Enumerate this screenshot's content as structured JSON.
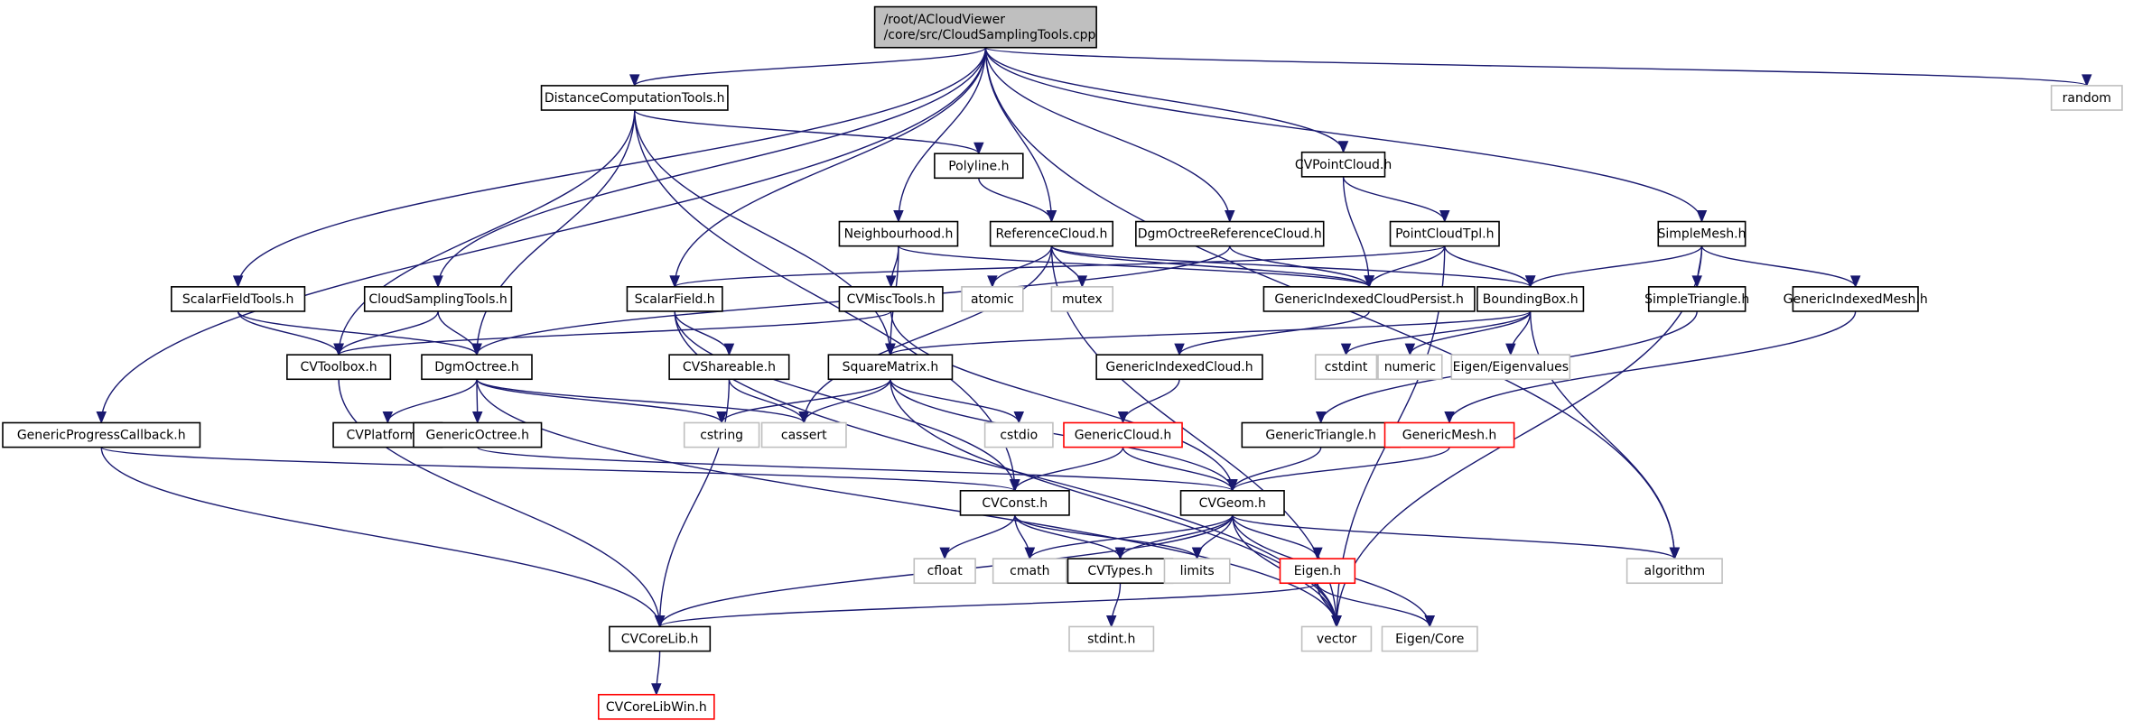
{
  "diagram": {
    "type": "include-dependency-graph",
    "root": "/root/ACloudViewer\n/core/src/CloudSamplingTools.cpp",
    "colors": {
      "edge": "#191970",
      "root_fill": "#bfbfbf",
      "normal_border": "#000000",
      "external_border": "#bfbfbf",
      "undocumented_border": "#ff0000"
    },
    "nodes": [
      {
        "id": "root",
        "label": "/root/ACloudViewer\n/core/src/CloudSamplingTools.cpp",
        "kind": "root"
      },
      {
        "id": "DistanceComputationTools",
        "label": "DistanceComputationTools.h",
        "kind": "normal"
      },
      {
        "id": "random",
        "label": "random",
        "kind": "external"
      },
      {
        "id": "Polyline",
        "label": "Polyline.h",
        "kind": "normal"
      },
      {
        "id": "CVPointCloud",
        "label": "CVPointCloud.h",
        "kind": "normal"
      },
      {
        "id": "Neighbourhood",
        "label": "Neighbourhood.h",
        "kind": "normal"
      },
      {
        "id": "ReferenceCloud",
        "label": "ReferenceCloud.h",
        "kind": "normal"
      },
      {
        "id": "DgmOctreeReferenceCloud",
        "label": "DgmOctreeReferenceCloud.h",
        "kind": "normal"
      },
      {
        "id": "PointCloudTpl",
        "label": "PointCloudTpl.h",
        "kind": "normal"
      },
      {
        "id": "SimpleMesh",
        "label": "SimpleMesh.h",
        "kind": "normal"
      },
      {
        "id": "ScalarFieldTools",
        "label": "ScalarFieldTools.h",
        "kind": "normal"
      },
      {
        "id": "CloudSamplingTools",
        "label": "CloudSamplingTools.h",
        "kind": "normal"
      },
      {
        "id": "ScalarField",
        "label": "ScalarField.h",
        "kind": "normal"
      },
      {
        "id": "CVMiscTools",
        "label": "CVMiscTools.h",
        "kind": "normal"
      },
      {
        "id": "atomic",
        "label": "atomic",
        "kind": "external"
      },
      {
        "id": "mutex",
        "label": "mutex",
        "kind": "external"
      },
      {
        "id": "GenericIndexedCloudPersist",
        "label": "GenericIndexedCloudPersist.h",
        "kind": "normal"
      },
      {
        "id": "BoundingBox",
        "label": "BoundingBox.h",
        "kind": "normal"
      },
      {
        "id": "SimpleTriangle",
        "label": "SimpleTriangle.h",
        "kind": "normal"
      },
      {
        "id": "GenericIndexedMesh",
        "label": "GenericIndexedMesh.h",
        "kind": "normal"
      },
      {
        "id": "CVToolbox",
        "label": "CVToolbox.h",
        "kind": "normal"
      },
      {
        "id": "DgmOctree",
        "label": "DgmOctree.h",
        "kind": "normal"
      },
      {
        "id": "CVShareable",
        "label": "CVShareable.h",
        "kind": "normal"
      },
      {
        "id": "SquareMatrix",
        "label": "SquareMatrix.h",
        "kind": "normal"
      },
      {
        "id": "GenericIndexedCloud",
        "label": "GenericIndexedCloud.h",
        "kind": "normal"
      },
      {
        "id": "cstdint",
        "label": "cstdint",
        "kind": "external"
      },
      {
        "id": "numeric",
        "label": "numeric",
        "kind": "external"
      },
      {
        "id": "EigenEigenvalues",
        "label": "Eigen/Eigenvalues",
        "kind": "external"
      },
      {
        "id": "GenericProgressCallback",
        "label": "GenericProgressCallback.h",
        "kind": "normal"
      },
      {
        "id": "CVPlatform",
        "label": "CVPlatform.h",
        "kind": "normal"
      },
      {
        "id": "GenericOctree",
        "label": "GenericOctree.h",
        "kind": "normal"
      },
      {
        "id": "cstring",
        "label": "cstring",
        "kind": "external"
      },
      {
        "id": "cassert",
        "label": "cassert",
        "kind": "external"
      },
      {
        "id": "cstdio",
        "label": "cstdio",
        "kind": "external"
      },
      {
        "id": "GenericCloud",
        "label": "GenericCloud.h",
        "kind": "missing"
      },
      {
        "id": "GenericTriangle",
        "label": "GenericTriangle.h",
        "kind": "normal"
      },
      {
        "id": "GenericMesh",
        "label": "GenericMesh.h",
        "kind": "missing"
      },
      {
        "id": "CVConst",
        "label": "CVConst.h",
        "kind": "normal"
      },
      {
        "id": "CVGeom",
        "label": "CVGeom.h",
        "kind": "normal"
      },
      {
        "id": "cfloat",
        "label": "cfloat",
        "kind": "external"
      },
      {
        "id": "cmath",
        "label": "cmath",
        "kind": "external"
      },
      {
        "id": "CVTypes",
        "label": "CVTypes.h",
        "kind": "normal"
      },
      {
        "id": "limits",
        "label": "limits",
        "kind": "external"
      },
      {
        "id": "Eigen",
        "label": "Eigen.h",
        "kind": "missing"
      },
      {
        "id": "algorithm",
        "label": "algorithm",
        "kind": "external"
      },
      {
        "id": "CVCoreLib",
        "label": "CVCoreLib.h",
        "kind": "normal"
      },
      {
        "id": "stdint",
        "label": "stdint.h",
        "kind": "external"
      },
      {
        "id": "vector",
        "label": "vector",
        "kind": "external"
      },
      {
        "id": "EigenCore",
        "label": "Eigen/Core",
        "kind": "external"
      },
      {
        "id": "CVCoreLibWin",
        "label": "CVCoreLibWin.h",
        "kind": "missing"
      }
    ],
    "edges": [
      [
        "root",
        "DistanceComputationTools"
      ],
      [
        "root",
        "random"
      ],
      [
        "root",
        "CVPointCloud"
      ],
      [
        "root",
        "Neighbourhood"
      ],
      [
        "root",
        "ReferenceCloud"
      ],
      [
        "root",
        "DgmOctreeReferenceCloud"
      ],
      [
        "root",
        "SimpleMesh"
      ],
      [
        "root",
        "ScalarFieldTools"
      ],
      [
        "root",
        "CloudSamplingTools"
      ],
      [
        "root",
        "ScalarField"
      ],
      [
        "root",
        "GenericProgressCallback"
      ],
      [
        "root",
        "algorithm"
      ],
      [
        "DistanceComputationTools",
        "Polyline"
      ],
      [
        "DistanceComputationTools",
        "CVToolbox"
      ],
      [
        "DistanceComputationTools",
        "DgmOctree"
      ],
      [
        "DistanceComputationTools",
        "CVConst"
      ],
      [
        "DistanceComputationTools",
        "SquareMatrix"
      ],
      [
        "Polyline",
        "ReferenceCloud"
      ],
      [
        "CVPointCloud",
        "PointCloudTpl"
      ],
      [
        "CVPointCloud",
        "GenericIndexedCloudPersist"
      ],
      [
        "Neighbourhood",
        "CVMiscTools"
      ],
      [
        "Neighbourhood",
        "SquareMatrix"
      ],
      [
        "Neighbourhood",
        "GenericIndexedCloudPersist"
      ],
      [
        "ReferenceCloud",
        "atomic"
      ],
      [
        "ReferenceCloud",
        "mutex"
      ],
      [
        "ReferenceCloud",
        "GenericIndexedCloudPersist"
      ],
      [
        "ReferenceCloud",
        "BoundingBox"
      ],
      [
        "ReferenceCloud",
        "cassert"
      ],
      [
        "ReferenceCloud",
        "vector"
      ],
      [
        "DgmOctreeReferenceCloud",
        "GenericIndexedCloudPersist"
      ],
      [
        "DgmOctreeReferenceCloud",
        "DgmOctree"
      ],
      [
        "PointCloudTpl",
        "ScalarField"
      ],
      [
        "PointCloudTpl",
        "GenericIndexedCloudPersist"
      ],
      [
        "PointCloudTpl",
        "BoundingBox"
      ],
      [
        "PointCloudTpl",
        "vector"
      ],
      [
        "SimpleMesh",
        "BoundingBox"
      ],
      [
        "SimpleMesh",
        "SimpleTriangle"
      ],
      [
        "SimpleMesh",
        "GenericIndexedMesh"
      ],
      [
        "SimpleMesh",
        "vector"
      ],
      [
        "ScalarFieldTools",
        "CVToolbox"
      ],
      [
        "ScalarFieldTools",
        "DgmOctree"
      ],
      [
        "CloudSamplingTools",
        "CVToolbox"
      ],
      [
        "CloudSamplingTools",
        "DgmOctree"
      ],
      [
        "ScalarField",
        "CVShareable"
      ],
      [
        "ScalarField",
        "CVConst"
      ],
      [
        "ScalarField",
        "vector"
      ],
      [
        "CVMiscTools",
        "CVToolbox"
      ],
      [
        "CVMiscTools",
        "CVGeom"
      ],
      [
        "GenericIndexedCloudPersist",
        "GenericIndexedCloud"
      ],
      [
        "BoundingBox",
        "SquareMatrix"
      ],
      [
        "BoundingBox",
        "cstdint"
      ],
      [
        "BoundingBox",
        "numeric"
      ],
      [
        "BoundingBox",
        "EigenEigenvalues"
      ],
      [
        "BoundingBox",
        "algorithm"
      ],
      [
        "SimpleTriangle",
        "GenericTriangle"
      ],
      [
        "GenericIndexedMesh",
        "GenericMesh"
      ],
      [
        "CVToolbox",
        "CVCoreLib"
      ],
      [
        "DgmOctree",
        "CVPlatform"
      ],
      [
        "DgmOctree",
        "GenericOctree"
      ],
      [
        "DgmOctree",
        "cstring"
      ],
      [
        "DgmOctree",
        "cassert"
      ],
      [
        "DgmOctree",
        "vector"
      ],
      [
        "CVShareable",
        "cassert"
      ],
      [
        "CVShareable",
        "CVCoreLib"
      ],
      [
        "SquareMatrix",
        "cstring"
      ],
      [
        "SquareMatrix",
        "cassert"
      ],
      [
        "SquareMatrix",
        "cstdio"
      ],
      [
        "SquareMatrix",
        "CVGeom"
      ],
      [
        "SquareMatrix",
        "vector"
      ],
      [
        "GenericIndexedCloud",
        "GenericCloud"
      ],
      [
        "GenericProgressCallback",
        "CVConst"
      ],
      [
        "GenericProgressCallback",
        "CVCoreLib"
      ],
      [
        "GenericOctree",
        "CVGeom"
      ],
      [
        "GenericCloud",
        "CVConst"
      ],
      [
        "GenericCloud",
        "CVGeom"
      ],
      [
        "GenericTriangle",
        "CVGeom"
      ],
      [
        "GenericMesh",
        "CVGeom"
      ],
      [
        "CVConst",
        "cfloat"
      ],
      [
        "CVConst",
        "cmath"
      ],
      [
        "CVConst",
        "CVTypes"
      ],
      [
        "CVConst",
        "limits"
      ],
      [
        "CVGeom",
        "cmath"
      ],
      [
        "CVGeom",
        "CVTypes"
      ],
      [
        "CVGeom",
        "limits"
      ],
      [
        "CVGeom",
        "Eigen"
      ],
      [
        "CVGeom",
        "algorithm"
      ],
      [
        "CVGeom",
        "vector"
      ],
      [
        "CVGeom",
        "EigenCore"
      ],
      [
        "CVGeom",
        "CVCoreLib"
      ],
      [
        "CVTypes",
        "stdint"
      ],
      [
        "Eigen",
        "vector"
      ],
      [
        "Eigen",
        "EigenCore"
      ],
      [
        "Eigen",
        "CVCoreLib"
      ],
      [
        "CVCoreLib",
        "CVCoreLibWin"
      ]
    ]
  }
}
